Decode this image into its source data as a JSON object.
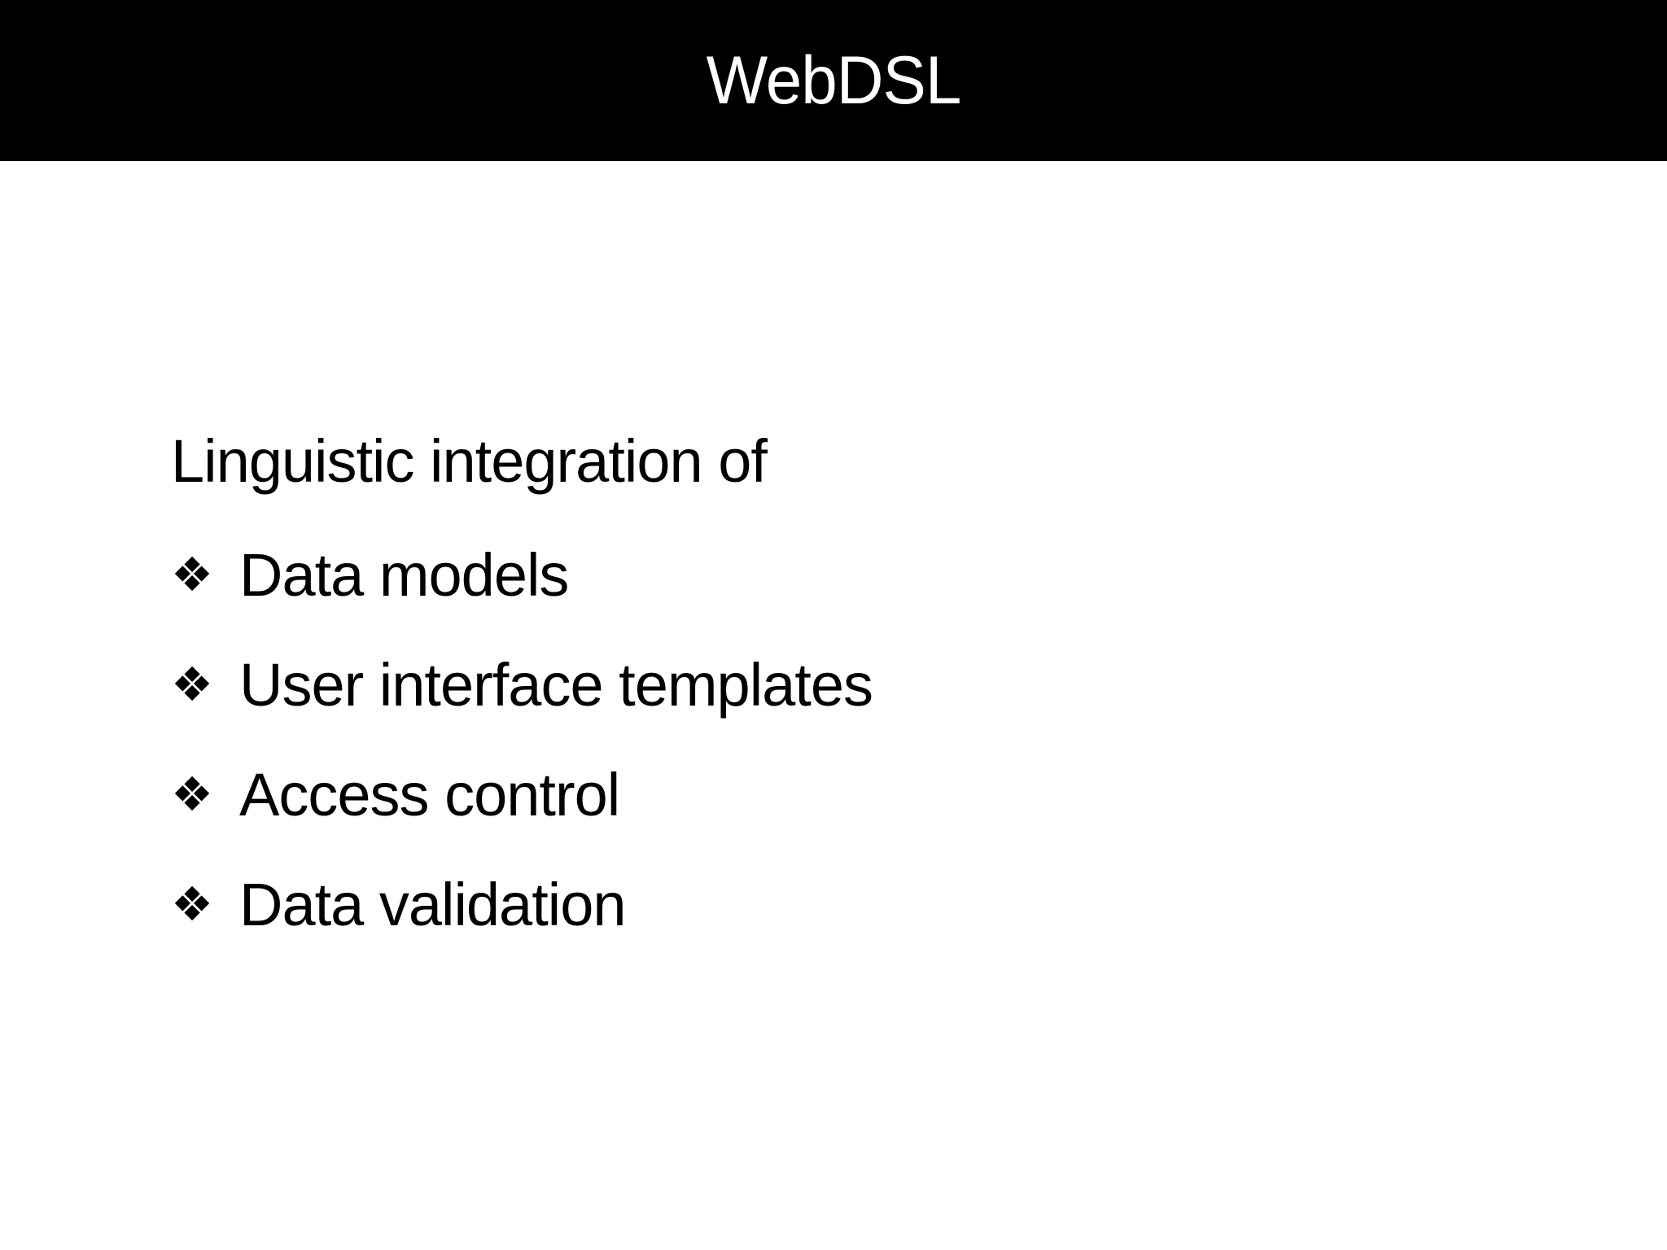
{
  "slide": {
    "title": "WebDSL",
    "heading": "Linguistic integration of",
    "bullet_marker": "❖",
    "bullets": [
      {
        "label": "Data models"
      },
      {
        "label": "User interface templates"
      },
      {
        "label": "Access control"
      },
      {
        "label": "Data validation"
      }
    ],
    "colors": {
      "header_bg": "#000000",
      "title_text": "#ffffff",
      "body_bg": "#ffffff",
      "body_text": "#000000"
    }
  }
}
